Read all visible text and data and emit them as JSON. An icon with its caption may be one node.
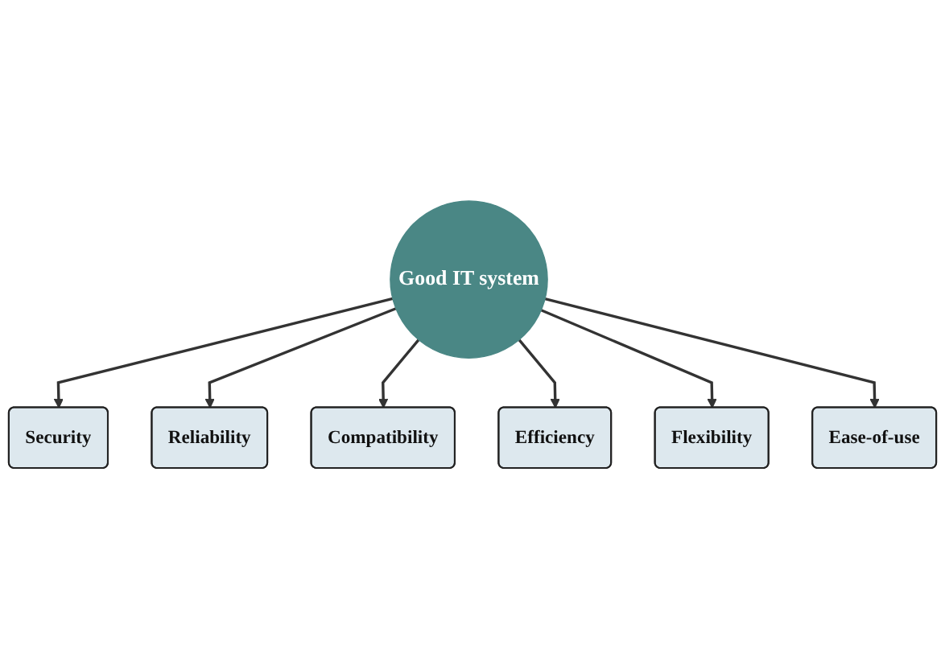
{
  "diagram": {
    "nodes": [
      {
        "text": [
          "Security"
        ]
      },
      {
        "text": [
          "Reliability"
        ]
      },
      {
        "text": [
          "Good IT system"
        ]
      },
      {
        "text": [
          "Compatibility"
        ]
      },
      {
        "text": [
          "Efficiency"
        ]
      },
      {
        "text": [
          "Flexibility"
        ]
      },
      {
        "text": [
          "Ease-of-use"
        ]
      }
    ],
    "edges": [
      {
        "from": 2,
        "to": 0,
        "arrow": "to"
      },
      {
        "from": 2,
        "to": 1,
        "arrow": "to"
      },
      {
        "from": 2,
        "to": 3,
        "arrow": "to"
      },
      {
        "from": 2,
        "to": 4,
        "arrow": "to"
      },
      {
        "from": 2,
        "to": 5,
        "arrow": "to"
      },
      {
        "from": 2,
        "to": 6,
        "arrow": "to"
      }
    ]
  }
}
